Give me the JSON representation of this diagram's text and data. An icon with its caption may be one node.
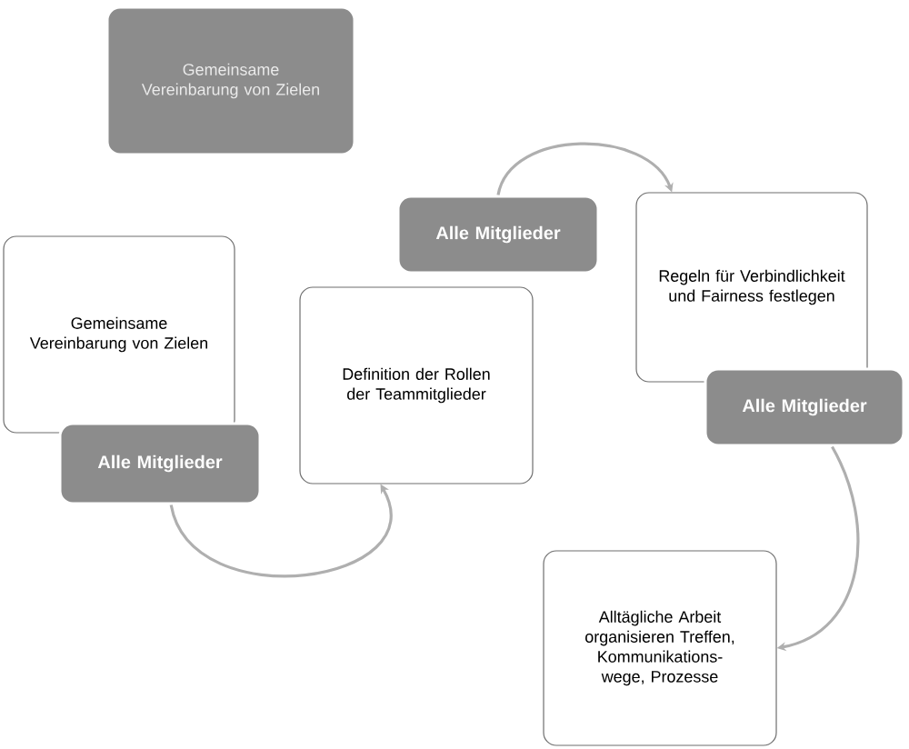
{
  "diagram": {
    "nodes": [
      {
        "text": [
          "Gemeinsame Vereinbarung von Zielen"
        ]
      },
      {
        "text": [
          "Gemeinsame Vereinbarung von Zielen"
        ]
      },
      {
        "text": [
          "Alle Mitglieder"
        ]
      },
      {
        "text": [
          "Definition der Rollen der Teammitglieder"
        ]
      },
      {
        "text": [
          "Alle Mitglieder"
        ]
      },
      {
        "text": [
          "Regeln für Verbindlichkeit und Fairness festlegen"
        ]
      },
      {
        "text": [
          "Alle Mitglieder"
        ]
      },
      {
        "text": [
          "Alltägliche Arbeit organisieren Treffen, Kommunikations-wege, Prozesse"
        ]
      }
    ],
    "edges": [
      {
        "from": 2,
        "to": 3,
        "arrow": "to"
      },
      {
        "from": 4,
        "to": 5,
        "arrow": "to"
      },
      {
        "from": 6,
        "to": 7,
        "arrow": "to"
      }
    ]
  }
}
